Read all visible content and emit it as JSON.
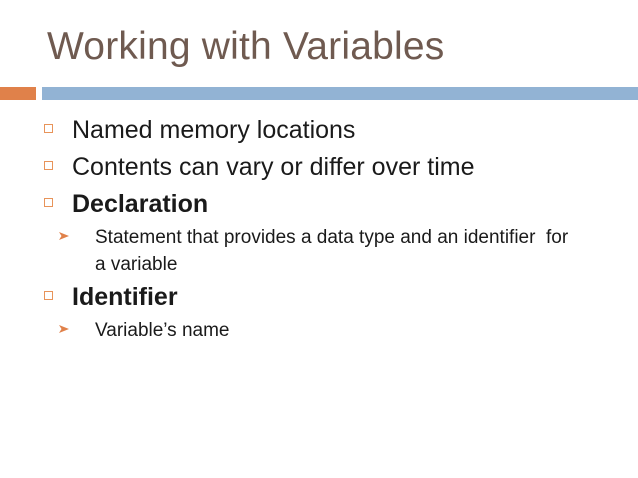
{
  "slide": {
    "title": "Working with Variables",
    "theme": {
      "title_color": "#6f5a50",
      "accent_bar_color": "#e0814a",
      "main_bar_color": "#92b3d4",
      "bullet_marker_color": "#e8945a",
      "body_text_color": "#1a1a1a",
      "background_color": "#ffffff"
    },
    "content": [
      {
        "level": 1,
        "bold": false,
        "marker": "hollow-square-bullet",
        "text": "Named memory locations"
      },
      {
        "level": 1,
        "bold": false,
        "marker": "hollow-square-bullet",
        "text": "Contents can vary or differ over time"
      },
      {
        "level": 1,
        "bold": true,
        "marker": "hollow-square-bullet",
        "text": "Declaration"
      },
      {
        "level": 2,
        "bold": false,
        "marker": "arrow-bullet",
        "text": "Statement that provides a data type and an identifier  for a variable"
      },
      {
        "level": 1,
        "bold": true,
        "marker": "hollow-square-bullet",
        "text": "Identifier"
      },
      {
        "level": 2,
        "bold": false,
        "marker": "arrow-bullet",
        "text": "Variable’s name"
      }
    ]
  }
}
